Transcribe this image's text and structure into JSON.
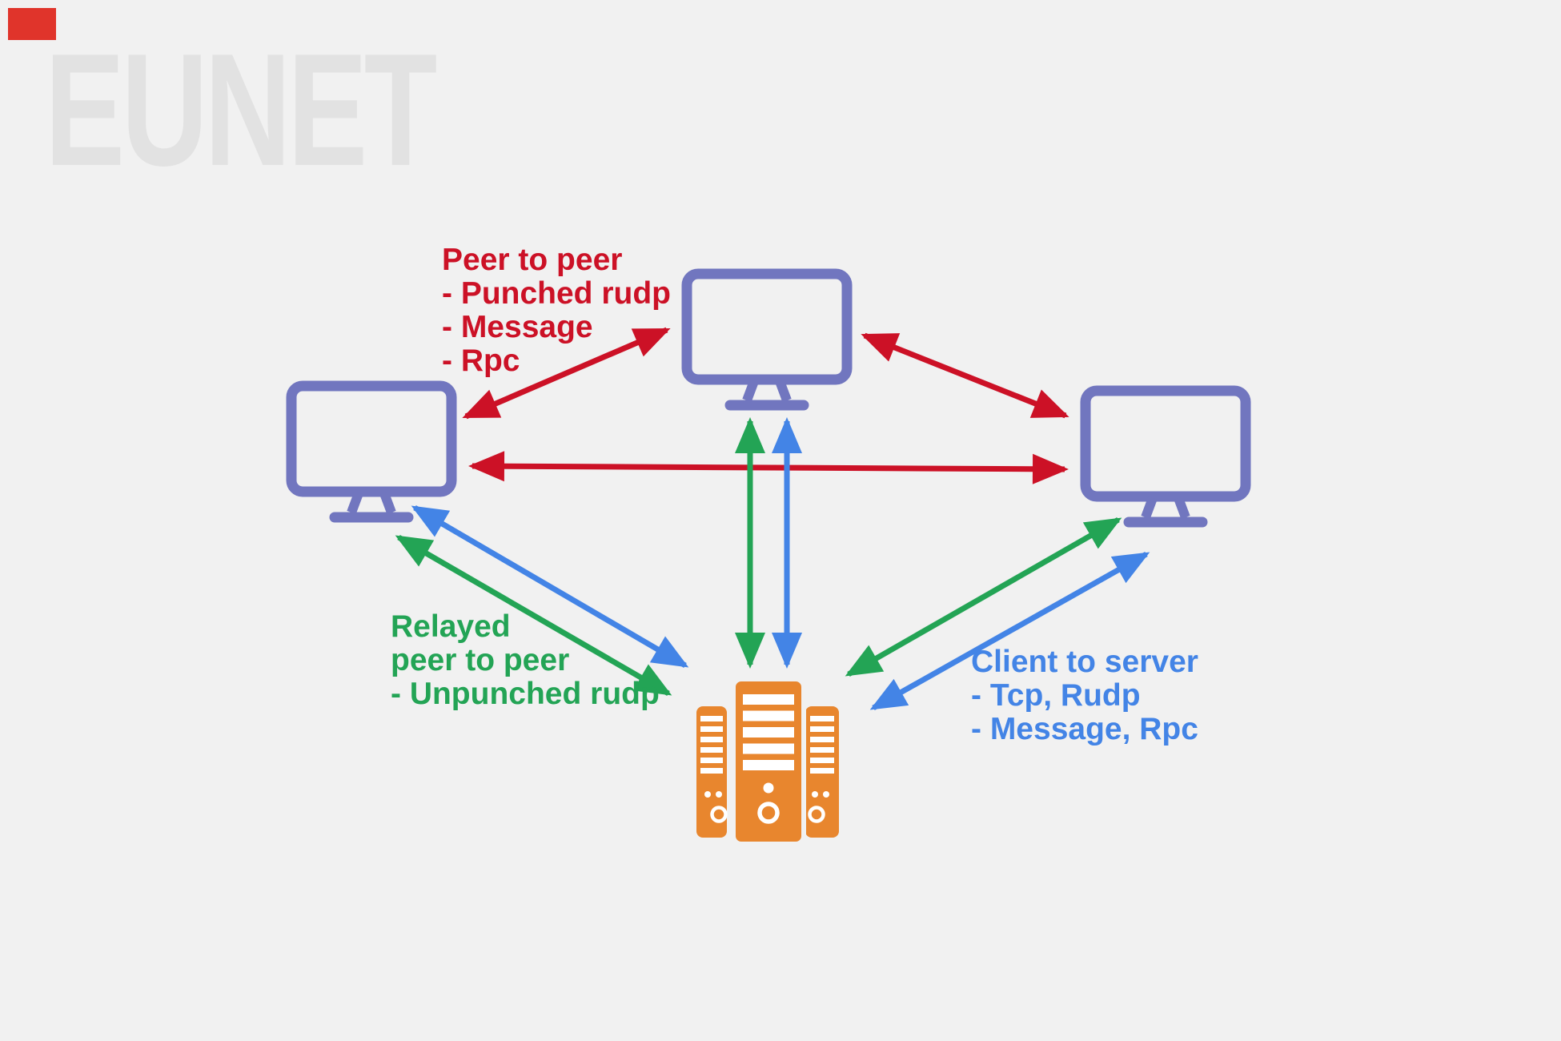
{
  "watermark": "EUNET",
  "colors": {
    "background": "#f1f1f1",
    "watermark": "#e2e2e2",
    "monitor": "#7176bf",
    "server": "#e8862e",
    "red": "#cc1126",
    "green": "#23a455",
    "blue": "#4384e6",
    "corner": "#e0342b"
  },
  "annotations": {
    "peer_to_peer": {
      "lines": [
        "Peer to peer",
        "- Punched rudp",
        "- Message",
        "- Rpc"
      ]
    },
    "relayed_peer_to_peer": {
      "lines": [
        "Relayed",
        "peer to peer",
        "- Unpunched rudp"
      ]
    },
    "client_to_server": {
      "lines": [
        "Client to server",
        "- Tcp, Rudp",
        "- Message, Rpc"
      ]
    }
  },
  "icons": {
    "peer_left": "monitor-icon",
    "peer_top": "monitor-icon",
    "peer_right": "monitor-icon",
    "server": "server-cluster-icon"
  },
  "edges": [
    {
      "type": "peer-to-peer",
      "color": "red",
      "from": "peer-left",
      "to": "peer-top"
    },
    {
      "type": "peer-to-peer",
      "color": "red",
      "from": "peer-top",
      "to": "peer-right"
    },
    {
      "type": "peer-to-peer",
      "color": "red",
      "from": "peer-left",
      "to": "peer-right"
    },
    {
      "type": "relayed-peer-to-peer",
      "color": "green",
      "from": "peer-left",
      "to": "server"
    },
    {
      "type": "relayed-peer-to-peer",
      "color": "green",
      "from": "peer-top",
      "to": "server"
    },
    {
      "type": "relayed-peer-to-peer",
      "color": "green",
      "from": "peer-right",
      "to": "server"
    },
    {
      "type": "client-to-server",
      "color": "blue",
      "from": "peer-left",
      "to": "server"
    },
    {
      "type": "client-to-server",
      "color": "blue",
      "from": "peer-top",
      "to": "server"
    },
    {
      "type": "client-to-server",
      "color": "blue",
      "from": "peer-right",
      "to": "server"
    }
  ]
}
